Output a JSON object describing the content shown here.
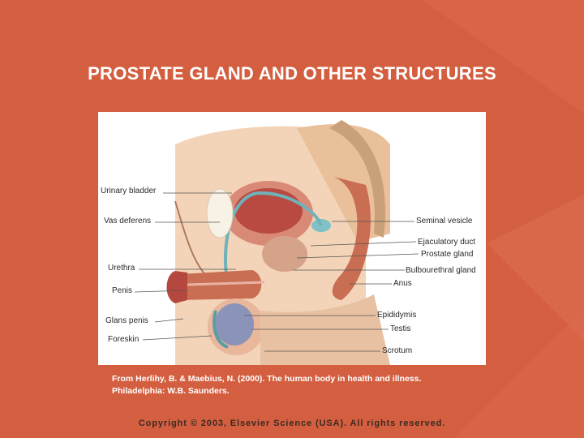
{
  "slide": {
    "title": "PROSTATE GLAND AND OTHER STRUCTURES",
    "credit_line1": "From Herlihy, B. & Maebius, N. (2000). The human body in health and illness.",
    "credit_line2": "Philadelphia: W.B. Saunders.",
    "copyright": "Copyright © 2003, Elsevier Science (USA). All rights reserved."
  },
  "figure": {
    "labels_left": [
      "Urinary bladder",
      "Vas deferens",
      "Urethra",
      "Penis",
      "Glans penis",
      "Foreskin"
    ],
    "labels_right": [
      "Seminal vesicle",
      "Ejaculatory duct",
      "Prostate gland",
      "Bulbourethral gland",
      "Anus",
      "Epididymis",
      "Testis",
      "Scrotum"
    ]
  },
  "colors": {
    "background": "#d45f40",
    "text": "#ffffff",
    "copyright_text": "#3b2a22"
  }
}
